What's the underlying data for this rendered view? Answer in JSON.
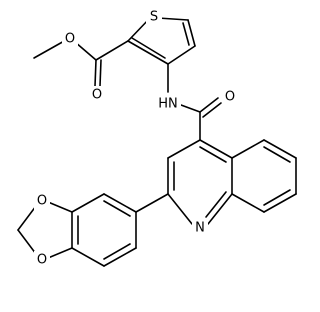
{
  "diagram": {
    "type": "chemical-structure",
    "atoms": {
      "sulfur": "S",
      "ester_carbonyl_oxygen": "O",
      "ester_methoxy_oxygen": "O",
      "amide_nh": "HN",
      "amide_oxygen": "O",
      "quinoline_nitrogen": "N",
      "dioxole_oxygen_top": "O",
      "dioxole_oxygen_bottom": "O"
    }
  }
}
